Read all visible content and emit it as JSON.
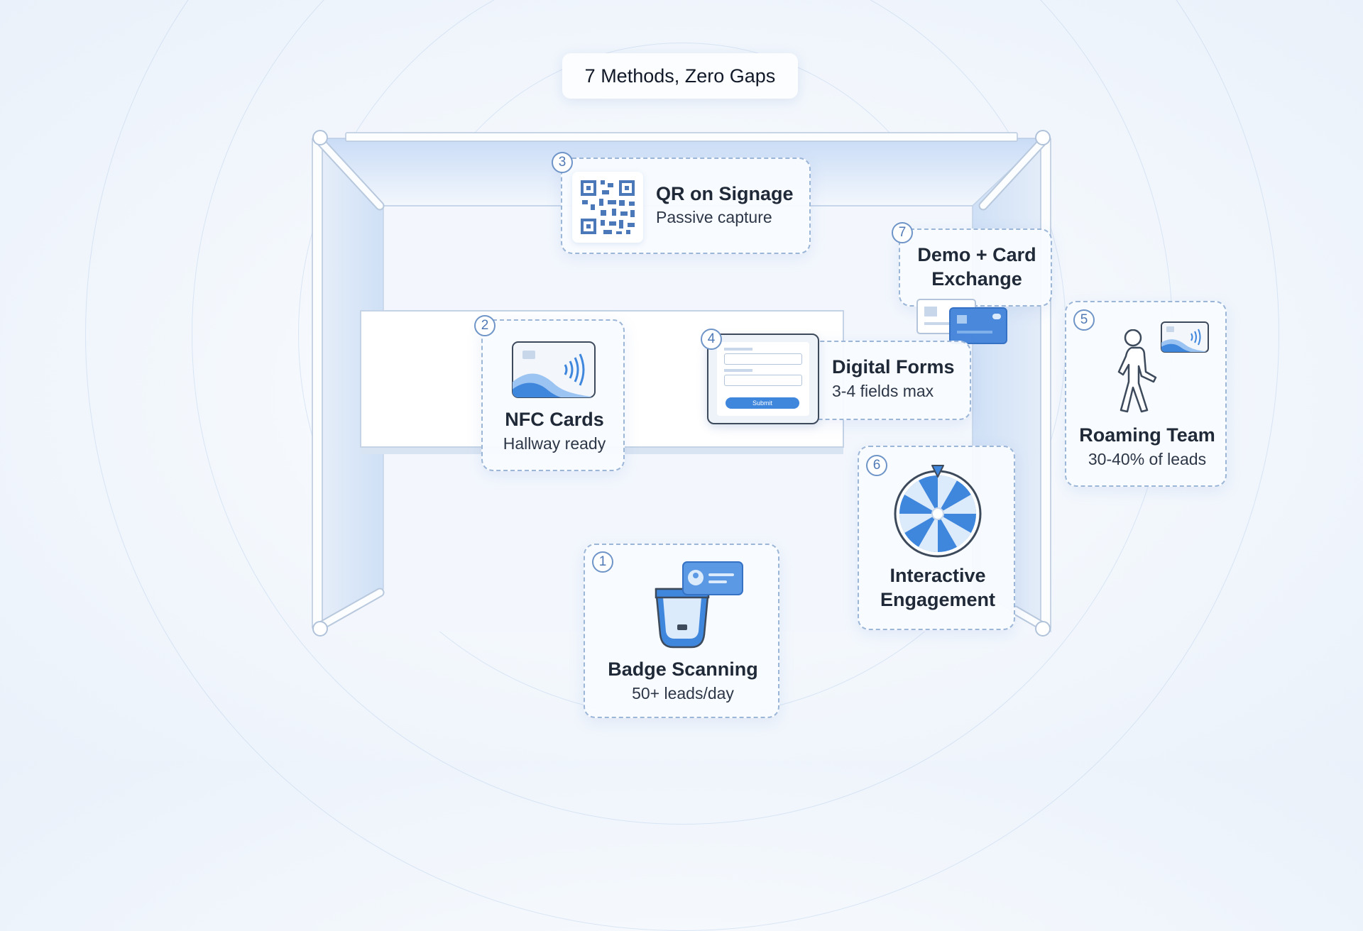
{
  "header": {
    "title": "7 Methods, Zero Gaps"
  },
  "methods": [
    {
      "number": "1",
      "title": "Badge Scanning",
      "subtitle": "50+ leads/day",
      "icon": "badge-scanner-icon"
    },
    {
      "number": "2",
      "title": "NFC Cards",
      "subtitle": "Hallway ready",
      "icon": "nfc-card-icon"
    },
    {
      "number": "3",
      "title": "QR on Signage",
      "subtitle": "Passive capture",
      "icon": "qr-code-icon"
    },
    {
      "number": "4",
      "title": "Digital Forms",
      "subtitle": "3-4 fields max",
      "icon": "tablet-form-icon",
      "button_label": "Submit"
    },
    {
      "number": "5",
      "title": "Roaming Team",
      "subtitle": "30-40% of leads",
      "icon": "walking-person-icon"
    },
    {
      "number": "6",
      "title": "Interactive Engagement",
      "title_lines": [
        "Interactive",
        "Engagement"
      ],
      "icon": "prize-wheel-icon"
    },
    {
      "number": "7",
      "title": "Demo + Card Exchange",
      "title_lines": [
        "Demo + Card",
        "Exchange"
      ],
      "icon": "business-cards-icon"
    }
  ],
  "colors": {
    "accent": "#3f86dd",
    "accent_light": "#9cc4f2",
    "border": "#9cb6d8",
    "badge": "#6f95c8"
  }
}
